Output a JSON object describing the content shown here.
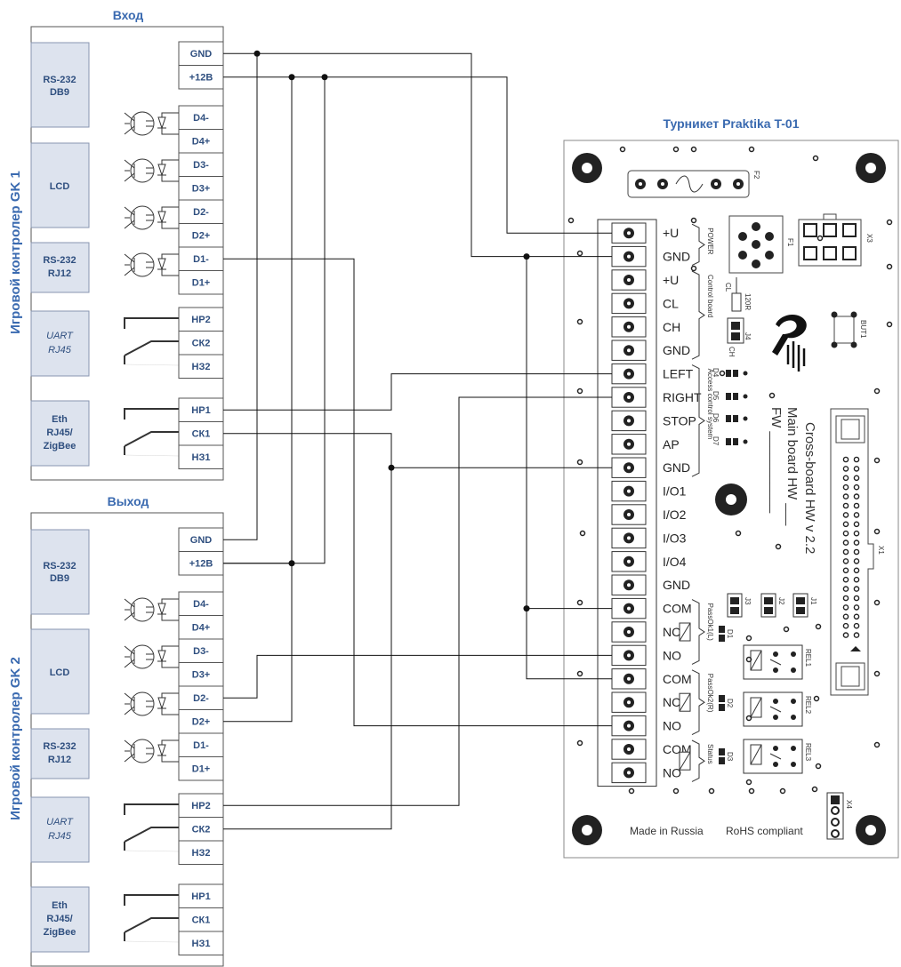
{
  "board": {
    "title": "Турникет Praktika T-01",
    "terminals": [
      "+U",
      "GND",
      "+U",
      "CL",
      "CH",
      "GND",
      "LEFT",
      "RIGHT",
      "STOP",
      "AP",
      "GND",
      "I/O1",
      "I/O2",
      "I/O3",
      "I/O4",
      "GND",
      "COM",
      "NC",
      "NO",
      "COM",
      "NC",
      "NO",
      "COM",
      "NO"
    ],
    "groups": [
      "POWER",
      "Control board",
      "Access control system",
      "PassOk1(L)",
      "PassOk2(R)",
      "Status"
    ],
    "board_name": [
      "Cross-board HW v 2.2",
      "Main board  HW ___",
      "FW ___________"
    ],
    "made_in": "Made in Russia",
    "rohs": "RoHS compliant",
    "refs": {
      "f2": "F2",
      "f1": "F1",
      "x3": "X3",
      "x1": "X1",
      "x4": "X4",
      "but1": "BUT1",
      "j4": "J4",
      "j3": "J3",
      "j2": "J2",
      "j1": "J1",
      "rel1": "REL1",
      "rel2": "REL2",
      "rel3": "REL3",
      "r120": "120R",
      "cl": "CL",
      "ch": "CH",
      "d1": "D1",
      "d2": "D2",
      "d3": "D3",
      "d4": "D4",
      "d5": "D5",
      "d6": "D6",
      "d7": "D7"
    }
  },
  "controllers": [
    {
      "header": "Вход",
      "side_label": "Игровой контролер GK 1",
      "modules": [
        {
          "lines": [
            "RS-232",
            "DB9"
          ],
          "italic": false
        },
        {
          "lines": [
            "LCD"
          ],
          "italic": false
        },
        {
          "lines": [
            "RS-232",
            "RJ12"
          ],
          "italic": false
        },
        {
          "lines": [
            "UART",
            "RJ45"
          ],
          "italic": true
        },
        {
          "lines": [
            "Eth",
            "RJ45/",
            "ZigBee"
          ],
          "italic": false
        }
      ],
      "pins": [
        "GND",
        "+12В",
        "D4-",
        "D4+",
        "D3-",
        "D3+",
        "D2-",
        "D2+",
        "D1-",
        "D1+",
        "НР2",
        "СК2",
        "НЗ2",
        "НР1",
        "СК1",
        "НЗ1"
      ]
    },
    {
      "header": "Выход",
      "side_label": "Игровой контролер GK 2",
      "modules": [
        {
          "lines": [
            "RS-232",
            "DB9"
          ],
          "italic": false
        },
        {
          "lines": [
            "LCD"
          ],
          "italic": false
        },
        {
          "lines": [
            "RS-232",
            "RJ12"
          ],
          "italic": false
        },
        {
          "lines": [
            "UART",
            "RJ45"
          ],
          "italic": true
        },
        {
          "lines": [
            "Eth",
            "RJ45/",
            "ZigBee"
          ],
          "italic": false
        }
      ],
      "pins": [
        "GND",
        "+12В",
        "D4-",
        "D4+",
        "D3-",
        "D3+",
        "D2-",
        "D2+",
        "D1-",
        "D1+",
        "НР2",
        "СК2",
        "НЗ2",
        "НР1",
        "СК1",
        "НЗ1"
      ]
    }
  ]
}
